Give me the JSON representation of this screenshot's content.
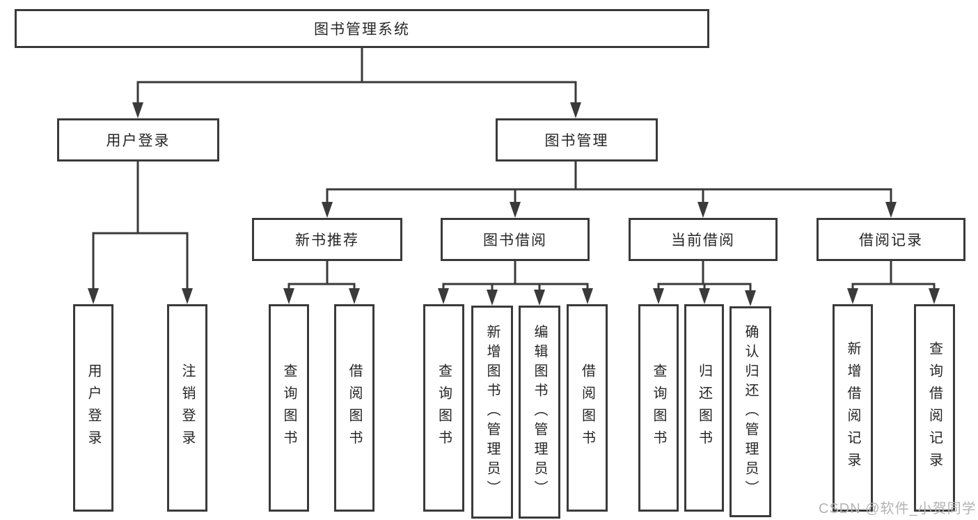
{
  "diagram": {
    "type": "hierarchy-tree",
    "tree": {
      "label": "图书管理系统",
      "children": [
        {
          "label": "用户登录",
          "children": [
            {
              "label": "用户登录"
            },
            {
              "label": "注销登录"
            }
          ]
        },
        {
          "label": "图书管理",
          "children": [
            {
              "label": "新书推荐",
              "children": [
                {
                  "label": "查询图书"
                },
                {
                  "label": "借阅图书"
                }
              ]
            },
            {
              "label": "图书借阅",
              "children": [
                {
                  "label": "查询图书"
                },
                {
                  "label": "新增图书（管理员）"
                },
                {
                  "label": "编辑图书（管理员）"
                },
                {
                  "label": "借阅图书"
                }
              ]
            },
            {
              "label": "当前借阅",
              "children": [
                {
                  "label": "查询图书"
                },
                {
                  "label": "归还图书"
                },
                {
                  "label": "确认归还（管理员）"
                }
              ]
            },
            {
              "label": "借阅记录",
              "children": [
                {
                  "label": "新增借阅记录"
                },
                {
                  "label": "查询借阅记录"
                }
              ]
            }
          ]
        }
      ]
    }
  },
  "watermark": "CSDN @软件_小贺同学",
  "colors": {
    "line": "#3a3a3a",
    "text": "#262626",
    "watermark": "#b3b3b3",
    "background": "#ffffff"
  }
}
